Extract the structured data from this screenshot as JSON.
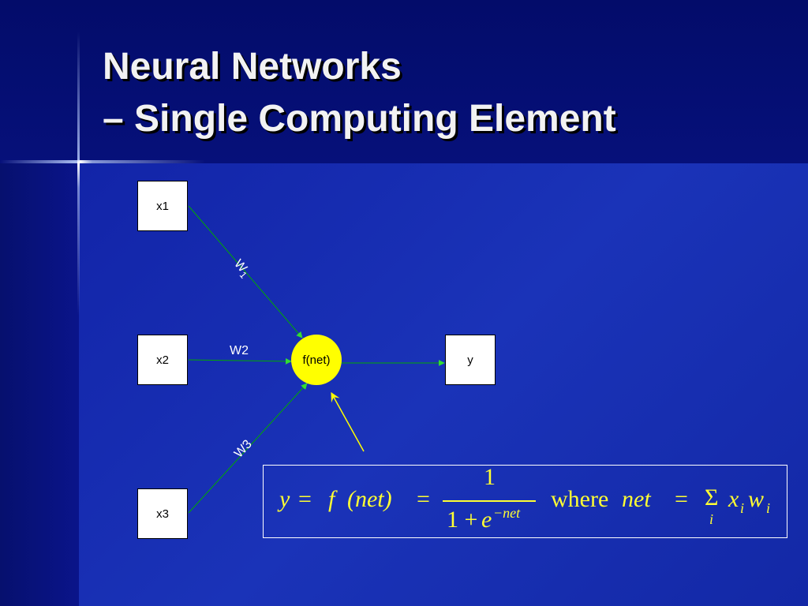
{
  "title": {
    "line1": "Neural Networks",
    "line2": "– Single Computing Element"
  },
  "diagram": {
    "inputs": [
      {
        "label": "x1"
      },
      {
        "label": "x2"
      },
      {
        "label": "x3"
      }
    ],
    "weights": [
      {
        "label": "W",
        "sub": "1"
      },
      {
        "label": "W2"
      },
      {
        "label": "W3"
      }
    ],
    "neuron": {
      "label": "f(net)"
    },
    "output": {
      "label": "y"
    }
  },
  "formula": {
    "y": "y",
    "eq1": "=",
    "f": "f",
    "net_paren": "(net)",
    "eq2": "=",
    "numerator": "1",
    "denominator_one_plus": "1 +",
    "denominator_e": "e",
    "exponent": "−net",
    "where": "where",
    "net_word": "net",
    "eq3": "=",
    "sigma": "Σ",
    "sum_index": "i",
    "x": "x",
    "x_sub": "i",
    "w": "w",
    "w_sub": "i"
  },
  "colors": {
    "background": "#0d1a9c",
    "neuron_fill": "#ffff00",
    "connection_line": "#00aa00",
    "arrowhead": "#33dd33",
    "formula_text": "#ffff33",
    "pointer_arrow": "#ffff00"
  }
}
